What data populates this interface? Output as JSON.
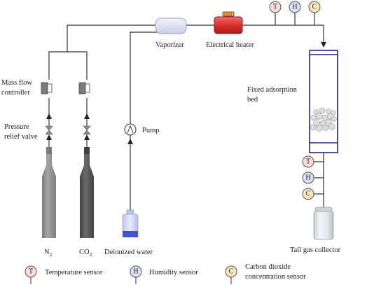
{
  "labels": {
    "vaporizer": "Vaporizer",
    "heater": "Electrical heater",
    "mfc_line1": "Mass flow",
    "mfc_line2": "controller",
    "prv_line1": "Pressure",
    "prv_line2": "relief valve",
    "pump": "Pump",
    "bed_line1": "Fixed adsorption",
    "bed_line2": "bed",
    "n2_main": "N",
    "n2_sub": "2",
    "co2_main": "CO",
    "co2_sub": "2",
    "water": "Deionized water",
    "collector": "Tail gas collector"
  },
  "sensors": {
    "temperature": "T",
    "humidity": "H",
    "co2": "C"
  },
  "legend": {
    "temperature": "Temperature sensor",
    "humidity": "Humidity  sensor",
    "co2_line1": "Carbon dioxide",
    "co2_line2": "concentration sensor"
  },
  "colors": {
    "pipe": "#333333",
    "temperature_sensor": "#f6dcd5",
    "humidity_sensor": "#d9e0f2",
    "co2_sensor": "#fbe6bd",
    "heater": "#e0393b",
    "vaporizer": "#e4e6f4",
    "n2_cylinder": "#8f8f8f",
    "co2_cylinder": "#555555",
    "water_bottle": "#4b62d6",
    "valve": "#8a8a8a"
  }
}
